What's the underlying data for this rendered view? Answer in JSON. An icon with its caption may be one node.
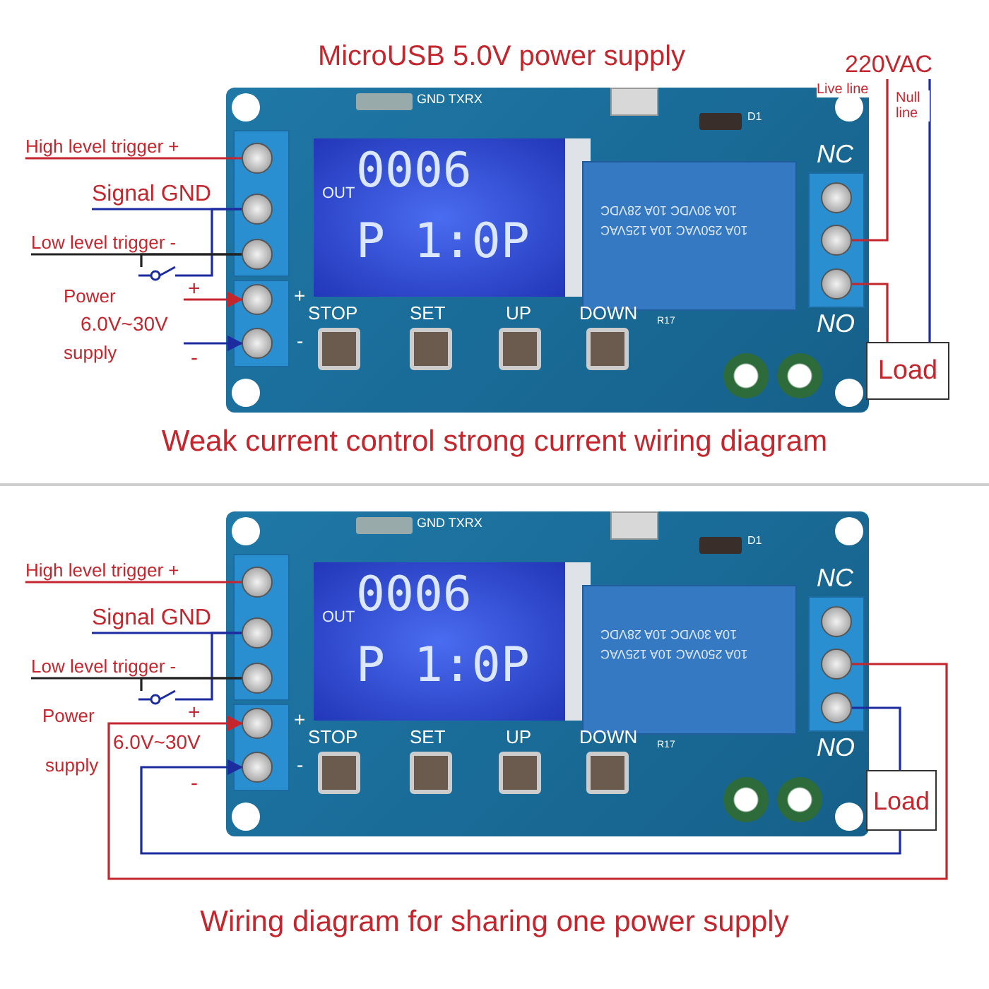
{
  "diagram": {
    "nodes": [
      {
        "text": [],
        "shape": "picture"
      },
      {
        "text": [],
        "shape": "circle",
        "in": 0
      },
      {
        "text": [],
        "shape": "circle",
        "in": 0
      },
      {
        "text": [],
        "shape": "circle",
        "in": 0
      },
      {
        "text": [],
        "shape": "circle",
        "in": 0
      },
      {
        "text": [],
        "shape": "circle",
        "in": 0
      },
      {
        "text": [],
        "shape": "circle",
        "in": 0
      },
      {
        "text": [],
        "shape": "circle",
        "in": 0
      },
      {
        "text": [],
        "shape": "circle",
        "in": 0
      },
      {
        "text": [
          "High level  trigger +"
        ]
      },
      {
        "text": [
          "Signal GND"
        ]
      },
      {
        "text": [
          "Low level  trigger -"
        ]
      },
      {
        "text": [],
        "shape": "switch"
      },
      {
        "text": [
          "Power",
          "6.0V~30V",
          "supply"
        ]
      },
      {
        "text": [
          "220VAC"
        ]
      },
      {
        "text": [
          "Load"
        ]
      },
      {
        "text": [],
        "shape": "picture"
      },
      {
        "text": [],
        "shape": "circle",
        "in": 16
      },
      {
        "text": [],
        "shape": "circle",
        "in": 16
      },
      {
        "text": [],
        "shape": "circle",
        "in": 16
      },
      {
        "text": [],
        "shape": "circle",
        "in": 16
      },
      {
        "text": [],
        "shape": "circle",
        "in": 16
      },
      {
        "text": [],
        "shape": "circle",
        "in": 16
      },
      {
        "text": [],
        "shape": "circle",
        "in": 16
      },
      {
        "text": [],
        "shape": "circle",
        "in": 16
      },
      {
        "text": [
          "High level  trigger +"
        ]
      },
      {
        "text": [
          "Signal GND"
        ]
      },
      {
        "text": [
          "Low level  trigger -"
        ]
      },
      {
        "text": [],
        "shape": "switch"
      },
      {
        "text": [
          "Load"
        ]
      }
    ],
    "edges": [
      {
        "from": 9,
        "to": 1,
        "arrow": "none",
        "color": "#c4262e"
      },
      {
        "from": 10,
        "to": 2,
        "arrow": "none"
      },
      {
        "from": 11,
        "to": 3,
        "arrow": "none",
        "color": "#222222"
      },
      {
        "from": 12,
        "to": 2,
        "arrow": "none"
      },
      {
        "from": 12,
        "to": 3,
        "arrow": "none",
        "color": "#222222"
      },
      {
        "from": 13,
        "to": 4,
        "arrow": "to",
        "color": "#c4262e"
      },
      {
        "from": 13,
        "to": 5,
        "arrow": "to"
      },
      {
        "from": 14,
        "to": 7,
        "arrow": "none",
        "label": "Live line",
        "color": "#c4262e"
      },
      {
        "from": 14,
        "to": 15,
        "arrow": "none",
        "label": "Null line"
      },
      {
        "from": 8,
        "to": 15,
        "arrow": "none",
        "color": "#c4262e"
      },
      {
        "from": 25,
        "to": 17,
        "arrow": "none",
        "color": "#c4262e"
      },
      {
        "from": 26,
        "to": 18,
        "arrow": "none"
      },
      {
        "from": 27,
        "to": 19,
        "arrow": "none",
        "color": "#222222"
      },
      {
        "from": 28,
        "to": 18,
        "arrow": "none"
      },
      {
        "from": 28,
        "to": 19,
        "arrow": "none",
        "color": "#222222"
      },
      {
        "from": 23,
        "to": 20,
        "arrow": "to",
        "color": "#c4262e"
      },
      {
        "from": 29,
        "to": 21,
        "arrow": "to"
      },
      {
        "from": 24,
        "to": 29,
        "arrow": "none"
      }
    ],
    "labels": [
      "MicroUSB 5.0V power supply",
      "GND TXRX",
      "D1",
      "OUT",
      "0006",
      "P 1:0P",
      "NC",
      "10A 250VAC 10A 125VAC",
      "10A 30VDC 10A 28VDC",
      "NO",
      "R17",
      "+",
      "-",
      "STOP",
      "SET",
      "UP",
      "DOWN",
      "+",
      "-",
      "Weak current control strong current wiring diagram",
      "GND TXRX",
      "D1",
      "OUT",
      "0006",
      "P 1:0P",
      "NC",
      "10A 250VAC 10A 125VAC",
      "10A 30VDC 10A 28VDC",
      "NO",
      "R17",
      "+",
      "-",
      "STOP",
      "SET",
      "UP",
      "DOWN",
      "Power",
      "+",
      "6.0V~30V",
      "supply",
      "-",
      "Wiring diagram for sharing one power supply"
    ]
  }
}
